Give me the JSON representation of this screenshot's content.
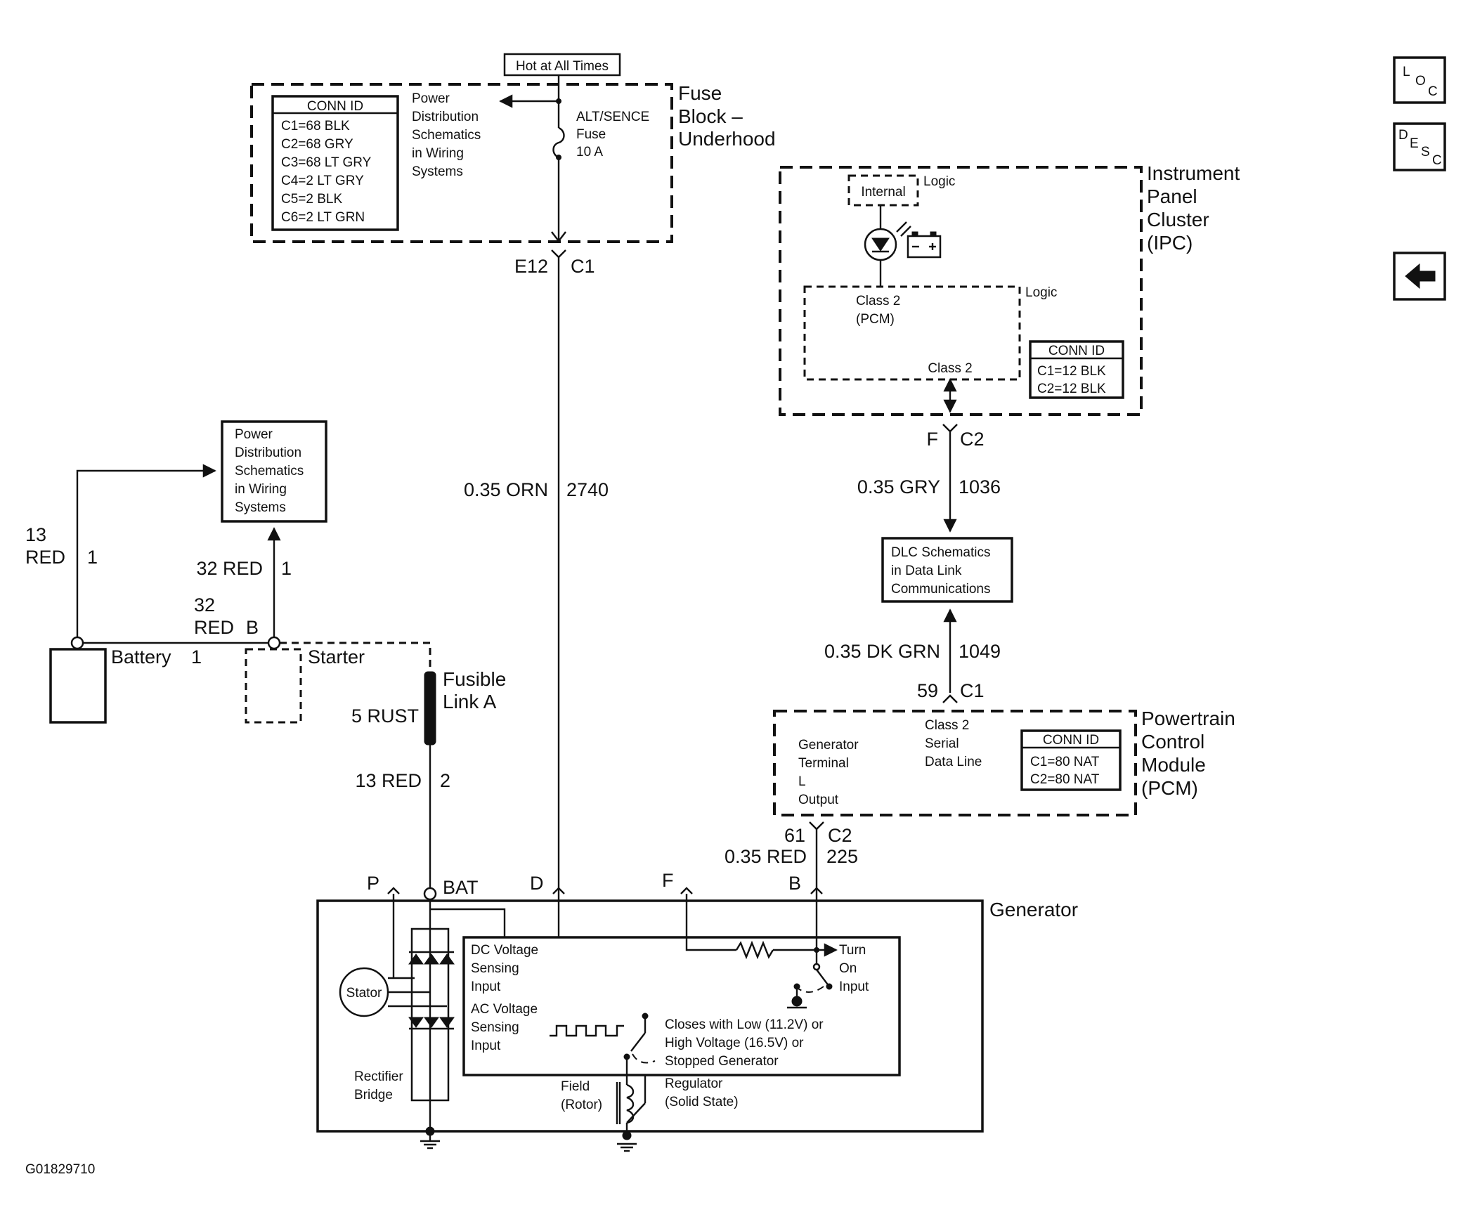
{
  "labels": {
    "hot_at_all_times": "Hot at All Times",
    "fuse_block_title": [
      "Fuse",
      "Block –",
      "Underhood"
    ],
    "fuse_block_pds": [
      "Power",
      "Distribution",
      "Schematics",
      "in Wiring",
      "Systems"
    ],
    "fuse_name": [
      "ALT/SENCE",
      "Fuse",
      "10 A"
    ],
    "fuse_conn_header": "CONN ID",
    "fuse_conn_rows": [
      "C1=68 BLK",
      "C2=68 GRY",
      "C3=68 LT GRY",
      "C4=2 LT GRY",
      "C5=2 BLK",
      "C6=2 LT GRN"
    ],
    "fuse_conn_pin_left": "E12",
    "fuse_conn_pin_right": "C1",
    "ipc_title": [
      "Instrument",
      "Panel",
      "Cluster",
      "(IPC)"
    ],
    "ipc_internal": "Internal",
    "ipc_logic1": "Logic",
    "ipc_logic2": "Logic",
    "ipc_class2_pcm": [
      "Class 2",
      "(PCM)"
    ],
    "ipc_class2": "Class 2",
    "ipc_conn_header": "CONN ID",
    "ipc_conn_rows": [
      "C1=12 BLK",
      "C2=12 BLK"
    ],
    "ipc_pin_left": "F",
    "ipc_pin_right": "C2",
    "wire_gry_left": "0.35 GRY",
    "wire_gry_right": "1036",
    "dlc_box": [
      "DLC Schematics",
      "in Data Link",
      "Communications"
    ],
    "wire_dkgrn_left": "0.35 DK GRN",
    "wire_dkgrn_right": "1049",
    "pcm_pin_top_left": "59",
    "pcm_pin_top_right": "C1",
    "pcm_title": [
      "Powertrain",
      "Control",
      "Module",
      "(PCM)"
    ],
    "pcm_class2": [
      "Class 2",
      "Serial",
      "Data Line"
    ],
    "pcm_gen_term": [
      "Generator",
      "Terminal",
      "L",
      "Output"
    ],
    "pcm_conn_header": "CONN ID",
    "pcm_conn_rows": [
      "C1=80 NAT",
      "C2=80 NAT"
    ],
    "pcm_pin_bot_left": "61",
    "pcm_pin_bot_right": "C2",
    "wire_red_left": "0.35 RED",
    "wire_red_right": "225",
    "wire_orn_left": "0.35 ORN",
    "wire_orn_right": "2740",
    "pds_box": [
      "Power",
      "Distribution",
      "Schematics",
      "in Wiring",
      "Systems"
    ],
    "wire_13red_top": [
      "13",
      "RED"
    ],
    "wire_13red_top_pin": "1",
    "wire_32red_left": "32 RED",
    "wire_32red_pin": "1",
    "wire_32red_b": [
      "32",
      "RED"
    ],
    "wire_32red_b_pin": "B",
    "battery": "Battery",
    "battery_pin": "1",
    "starter": "Starter",
    "fusible_link": [
      "Fusible",
      "Link A"
    ],
    "fusible_rust": "5 RUST",
    "wire_13red_bot_left": "13 RED",
    "wire_13red_bot_right": "2",
    "gen_term_p": "P",
    "gen_term_bat": "BAT",
    "gen_term_d": "D",
    "gen_term_f": "F",
    "gen_term_b": "B",
    "generator": "Generator",
    "stator": "Stator",
    "rectifier": [
      "Rectifier",
      "Bridge"
    ],
    "dc_sensing": [
      "DC Voltage",
      "Sensing",
      "Input"
    ],
    "ac_sensing": [
      "AC Voltage",
      "Sensing",
      "Input"
    ],
    "turn_on": [
      "Turn",
      "On",
      "Input"
    ],
    "closes_with": [
      "Closes with Low (11.2V) or",
      "High Voltage (16.5V) or",
      "Stopped Generator"
    ],
    "field": [
      "Field",
      "(Rotor)"
    ],
    "regulator": [
      "Regulator",
      "(Solid State)"
    ],
    "figure_id": "G01829710"
  },
  "nav": {
    "loc": [
      "L",
      "O",
      "C"
    ],
    "desc": [
      "D",
      "E",
      "S",
      "C"
    ],
    "back_icon": "left-arrow-icon"
  }
}
